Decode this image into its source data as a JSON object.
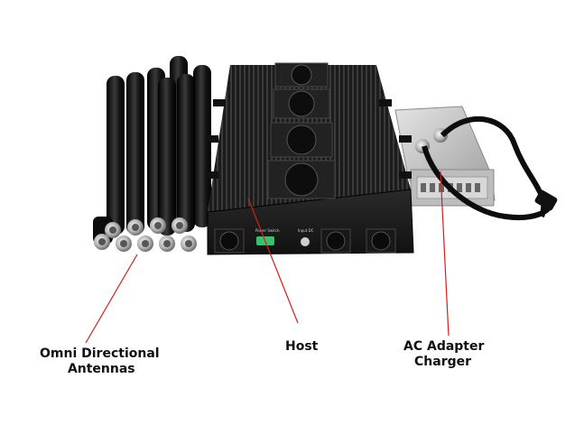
{
  "labels": {
    "antennas": {
      "line1": "Omni Directional",
      "line2": "Antennas"
    },
    "host": "Host",
    "adapter": {
      "line1": "AC  Adapter",
      "line2": "Charger"
    }
  },
  "device": {
    "power_label": "Power Switch",
    "input_label": "Input DC"
  },
  "colors": {
    "pointer_line": "#d21f1f",
    "device_body": "#1b1b1b",
    "antenna_body": "#111111",
    "power_led": "#35c26a",
    "adapter_case": "#c9c9c9"
  },
  "icons": [
    "fan-icon",
    "power-switch-icon",
    "n-connector-icon",
    "plug-icon"
  ]
}
